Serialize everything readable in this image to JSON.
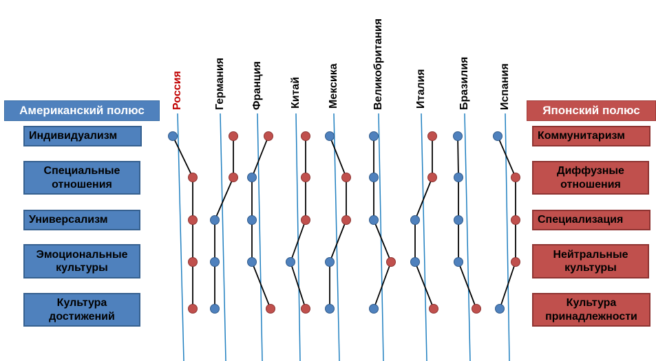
{
  "left_pole": "Американский полюс",
  "right_pole": "Японский полюс",
  "dimensions": [
    {
      "left": "Индивидуализм",
      "right": "Коммунитаризм"
    },
    {
      "left": "Специальные отношения",
      "right": "Диффузные отношения"
    },
    {
      "left": "Универсализм",
      "right": "Специализация"
    },
    {
      "left": "Эмоциональные культуры",
      "right": "Нейтральные культуры"
    },
    {
      "left": "Культура достижений",
      "right": "Культура принадлежности"
    }
  ],
  "countries": [
    {
      "name": "Россия",
      "highlight": true,
      "pole": [
        "american",
        "japanese",
        "japanese",
        "japanese",
        "japanese"
      ]
    },
    {
      "name": "Германия",
      "highlight": false,
      "pole": [
        "japanese",
        "japanese",
        "american",
        "american",
        "american"
      ]
    },
    {
      "name": "Франция",
      "highlight": false,
      "pole": [
        "japanese",
        "american",
        "american",
        "american",
        "japanese"
      ]
    },
    {
      "name": "Китай",
      "highlight": false,
      "pole": [
        "japanese",
        "japanese",
        "japanese",
        "american",
        "japanese"
      ]
    },
    {
      "name": "Мексика",
      "highlight": false,
      "pole": [
        "american",
        "japanese",
        "japanese",
        "american",
        "american"
      ]
    },
    {
      "name": "Великобритания",
      "highlight": false,
      "pole": [
        "american",
        "american",
        "american",
        "japanese",
        "american"
      ]
    },
    {
      "name": "Италия",
      "highlight": false,
      "pole": [
        "japanese",
        "japanese",
        "american",
        "american",
        "japanese"
      ]
    },
    {
      "name": "Бразилия",
      "highlight": false,
      "pole": [
        "american",
        "american",
        "american",
        "american",
        "japanese"
      ]
    },
    {
      "name": "Испания",
      "highlight": false,
      "pole": [
        "american",
        "japanese",
        "japanese",
        "japanese",
        "american"
      ]
    }
  ],
  "colors": {
    "american": "#4f81bd",
    "japanese": "#c0504d",
    "axis": "#1f7fc0",
    "highlight_text": "#c00000"
  }
}
